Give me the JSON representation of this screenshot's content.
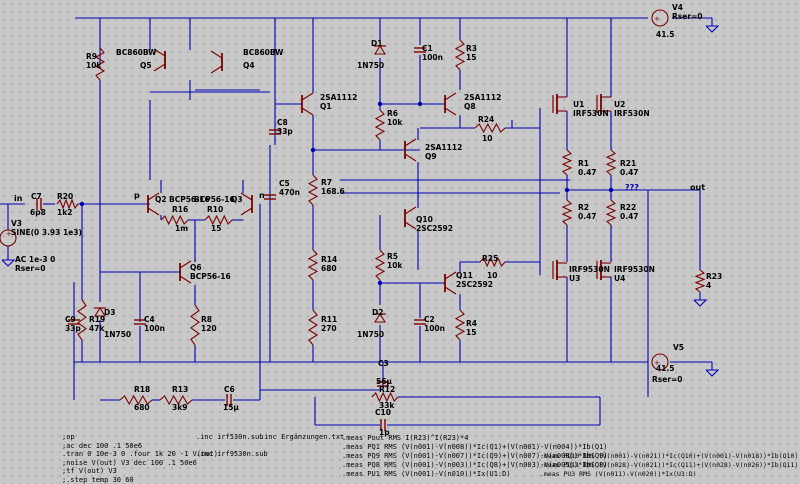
{
  "component_labels": [
    {
      "id": "r9",
      "name": "R9",
      "value": "10k"
    },
    {
      "id": "q5",
      "name": "Q5",
      "model": "BC860BW"
    },
    {
      "id": "q4",
      "name": "Q4",
      "model": "BC860BW"
    },
    {
      "id": "q1",
      "name": "Q1",
      "model": "2SA1112"
    },
    {
      "id": "c8",
      "name": "C8",
      "value": "33p"
    },
    {
      "id": "d1",
      "name": "D1",
      "model": "1N750"
    },
    {
      "id": "c1",
      "name": "C1",
      "value": "100n"
    },
    {
      "id": "r3",
      "name": "R3",
      "value": "15"
    },
    {
      "id": "q8",
      "name": "Q8",
      "model": "2SA1112"
    },
    {
      "id": "r6",
      "name": "R6",
      "value": "10k"
    },
    {
      "id": "r24",
      "name": "R24",
      "value": "10"
    },
    {
      "id": "u1",
      "name": "U1",
      "model": "IRF530N"
    },
    {
      "id": "u2",
      "name": "U2",
      "model": "IRF530N"
    },
    {
      "id": "v4",
      "name": "V4",
      "value": "Rser=0",
      "dc": "41.5"
    },
    {
      "id": "q9",
      "name": "Q9",
      "model": "2SA1112"
    },
    {
      "id": "r1",
      "name": "R1",
      "value": "0.47"
    },
    {
      "id": "r21",
      "name": "R21",
      "value": "0.47"
    },
    {
      "id": "c5",
      "name": "C5",
      "value": "470n"
    },
    {
      "id": "r7",
      "name": "R7",
      "value": "168.6"
    },
    {
      "id": "c7",
      "name": "C7",
      "value": "6p8"
    },
    {
      "id": "r20",
      "name": "R20",
      "value": "1k2"
    },
    {
      "id": "q2",
      "name": "Q2",
      "model": "BCP56-16"
    },
    {
      "id": "q3",
      "name": "Q3",
      "model": "BCP56-16"
    },
    {
      "id": "r16",
      "name": "R16",
      "value": "1m"
    },
    {
      "id": "r10",
      "name": "R10",
      "value": "15"
    },
    {
      "id": "r2",
      "name": "R2",
      "value": "0.47"
    },
    {
      "id": "r22",
      "name": "R22",
      "value": "0.47"
    },
    {
      "id": "q10",
      "name": "Q10",
      "model": "2SC2592"
    },
    {
      "id": "v3",
      "name": "V3",
      "value": "SINE(0 3.93 1e3)",
      "ac": "AC 1e-3 0",
      "rser": "Rser=0"
    },
    {
      "id": "r14",
      "name": "R14",
      "value": "680"
    },
    {
      "id": "r5",
      "name": "R5",
      "value": "10k"
    },
    {
      "id": "r25",
      "name": "R25",
      "value": "10"
    },
    {
      "id": "q11",
      "name": "Q11",
      "model": "2SC2592"
    },
    {
      "id": "u3",
      "name": "U3",
      "model": "IRF9530N"
    },
    {
      "id": "u4",
      "name": "U4",
      "model": "IRF9530N"
    },
    {
      "id": "q6",
      "name": "Q6",
      "model": "BCP56-16"
    },
    {
      "id": "r23",
      "name": "R23",
      "value": "4"
    },
    {
      "id": "c9",
      "name": "C9",
      "value": "33p"
    },
    {
      "id": "r19",
      "name": "R19",
      "value": "47k"
    },
    {
      "id": "d3",
      "name": "D3",
      "model": "1N750"
    },
    {
      "id": "c4",
      "name": "C4",
      "value": "100n"
    },
    {
      "id": "r8",
      "name": "R8",
      "value": "120"
    },
    {
      "id": "r11",
      "name": "R11",
      "value": "270"
    },
    {
      "id": "d2",
      "name": "D2",
      "model": "1N750"
    },
    {
      "id": "c2",
      "name": "C2",
      "value": "100n"
    },
    {
      "id": "r4",
      "name": "R4",
      "value": "15"
    },
    {
      "id": "v5",
      "name": "V5",
      "value": "Rser=0",
      "dc": "41.5"
    },
    {
      "id": "c3",
      "name": "C3",
      "value": "56µ"
    },
    {
      "id": "r12",
      "name": "R12",
      "value": "33k"
    },
    {
      "id": "c10",
      "name": "C10",
      "value": "1p"
    },
    {
      "id": "r18",
      "name": "R18",
      "value": "680"
    },
    {
      "id": "r13",
      "name": "R13",
      "value": "3k9"
    },
    {
      "id": "c6",
      "name": "C6",
      "value": "15µ"
    }
  ],
  "net_labels": {
    "in": "in",
    "out": "out",
    "p": "p",
    "n": "n",
    "unknown": "???"
  },
  "spice_directives": [
    ";op",
    ";ac dec 100 .1 50e6",
    ".tran 0 10e-3 0   .four 1k 20 -1 V(out)",
    ";noise V(out) V3 dec 100 .1 50e6",
    ";tf V(out) V3",
    ";.step temp 30 60"
  ],
  "include_directives": [
    ".inc irf530n.sub",
    ".inc irf9530n.sub",
    ".inc Ergänzungen.txt"
  ],
  "meas_left": [
    ".meas Pout RMS I(R23)^I(R23)*4",
    ".meas PQ1 RMS (V(n001)-V(n008))*Ic(Q1)+(V(n001)-V(n004))*Ib(Q1)",
    ".meas PQ9 RMS (V(n001)-V(n007))*Ic(Q9)+(V(n007)-V(n008))*Ib(Q9)",
    ".meas PQ8 RMS (V(n001)-V(n003))*Ic(Q8)+(V(n003)-V(n005))*Ib(Q8)",
    ".meas PU1 RMS (V(n001)-V(n010))*Ix(U1:D)"
  ],
  "meas_right": [
    ".meas PQ10 RMS (V(n001)-V(n021))*Ic(Q10)+(V(n001)-V(n018))*Ib(Q10)",
    ".meas PQ11 RMS (V(n028)-V(n021))*Ic(Q11)+(V(n028)-V(n026))*Ib(Q11)",
    ".meas PU3 RMS (V(n011)-V(n020))*Ix(U3:D)"
  ],
  "colors": {
    "wire": "#0000b4",
    "symbol": "#7a0000",
    "text": "#000000",
    "background": "#c8c8c8",
    "grid_dots": "#6a6a6a"
  }
}
